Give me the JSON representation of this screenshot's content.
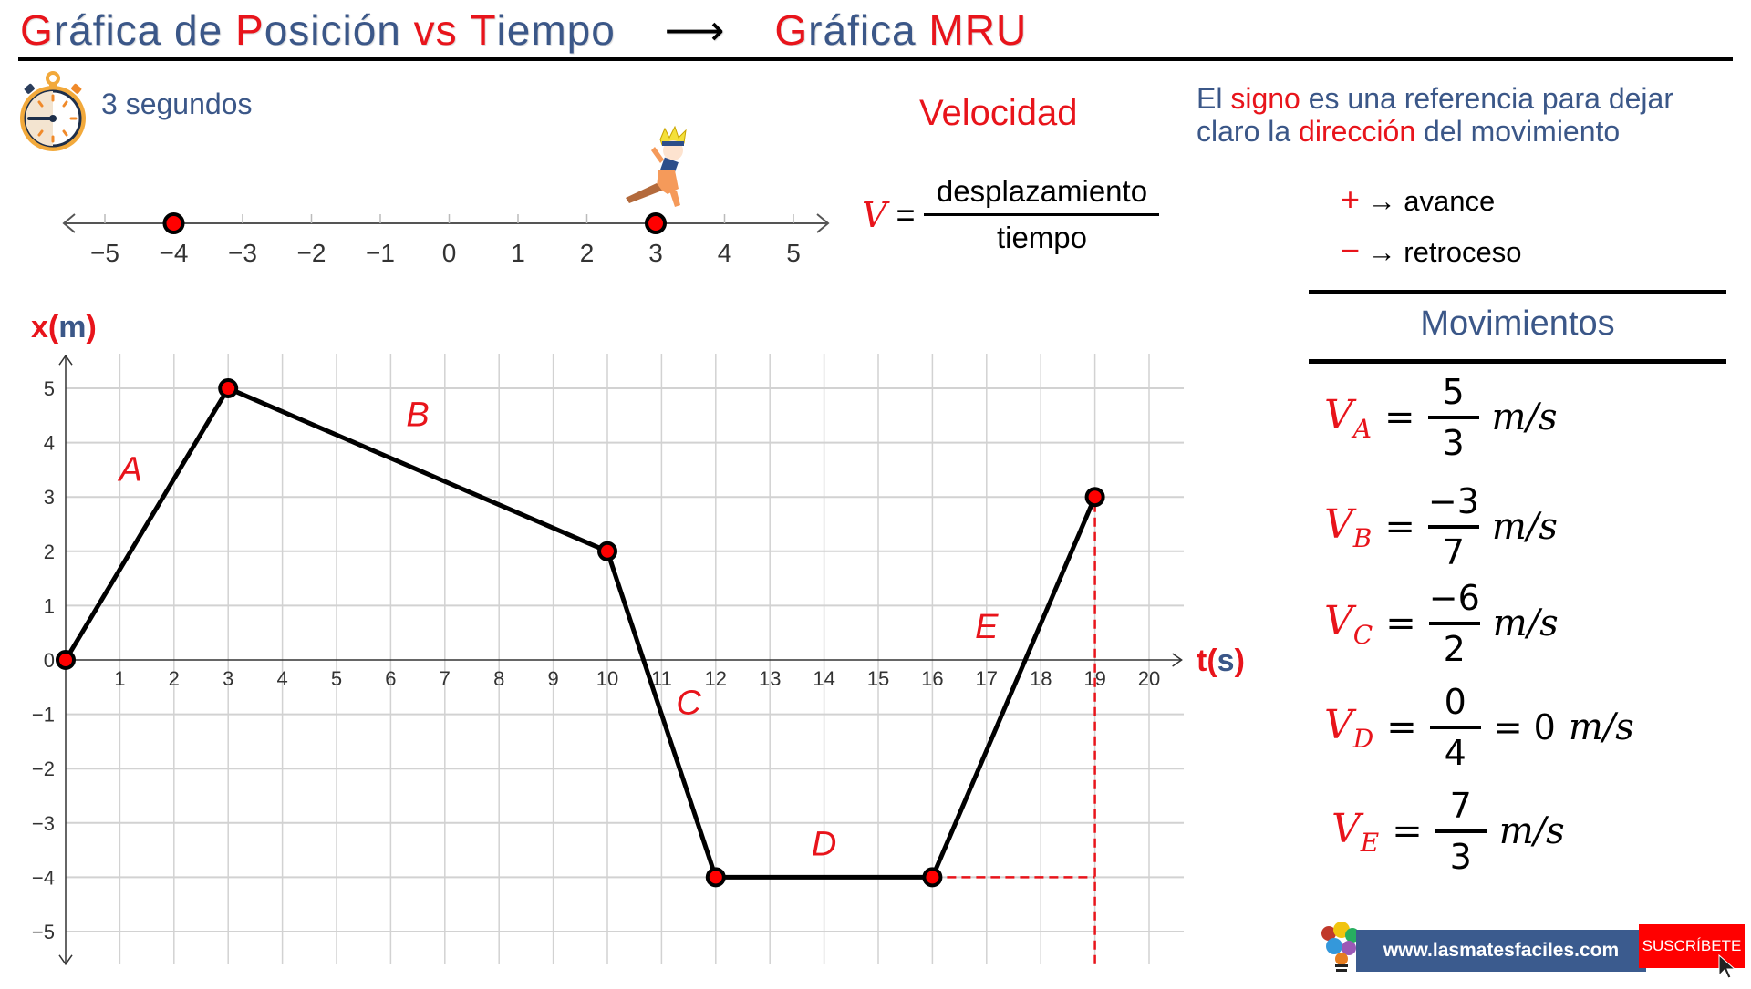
{
  "header": {
    "title_parts": [
      {
        "text": "G",
        "color": "#e8141b"
      },
      {
        "text": "ráfica de ",
        "color": "#3b5788"
      },
      {
        "text": "P",
        "color": "#e8141b"
      },
      {
        "text": "osición ",
        "color": "#3b5788"
      },
      {
        "text": "vs ",
        "color": "#e8141b"
      },
      {
        "text": "T",
        "color": "#e8141b"
      },
      {
        "text": "iempo",
        "color": "#3b5788"
      }
    ],
    "arrow": "⟶",
    "subtitle_parts": [
      {
        "text": "G",
        "color": "#e8141b"
      },
      {
        "text": "ráfica ",
        "color": "#3b5788"
      },
      {
        "text": "MRU",
        "color": "#e8141b"
      }
    ]
  },
  "timer": {
    "icon": "stopwatch-icon",
    "label": "3 segundos"
  },
  "number_line": {
    "ticks": [
      "−5",
      "−4",
      "−3",
      "−2",
      "−1",
      "0",
      "1",
      "2",
      "3",
      "4",
      "5"
    ],
    "points": [
      -4,
      3
    ],
    "character_position": 3
  },
  "velocity": {
    "heading": "Velocidad",
    "symbol": "V",
    "equals": "=",
    "numerator": "desplazamiento",
    "denominator": "tiempo"
  },
  "sign_note": {
    "line1_parts": [
      {
        "text": "El ",
        "color": "#3b5788"
      },
      {
        "text": "signo",
        "color": "#e8141b"
      },
      {
        "text": " es una referencia para dejar",
        "color": "#3b5788"
      }
    ],
    "line2_parts": [
      {
        "text": "claro la ",
        "color": "#3b5788"
      },
      {
        "text": "dirección",
        "color": "#e8141b"
      },
      {
        "text": " del movimiento",
        "color": "#3b5788"
      }
    ],
    "items": [
      {
        "sign": "+",
        "arrow": "→",
        "label": "avance"
      },
      {
        "sign": "−",
        "arrow": "→",
        "label": "retroceso"
      }
    ]
  },
  "movements": {
    "title": "Movimientos",
    "equations": [
      {
        "name": "V",
        "sub": "A",
        "num": "5",
        "den": "3",
        "result": "",
        "units": "m/s"
      },
      {
        "name": "V",
        "sub": "B",
        "num": "−3",
        "den": "7",
        "result": "",
        "units": "m/s"
      },
      {
        "name": "V",
        "sub": "C",
        "num": "−6",
        "den": "2",
        "result": "",
        "units": "m/s"
      },
      {
        "name": "V",
        "sub": "D",
        "num": "0",
        "den": "4",
        "result": "= 0",
        "units": "m/s"
      },
      {
        "name": "V",
        "sub": "E",
        "num": "7",
        "den": "3",
        "result": "",
        "units": "m/s"
      }
    ]
  },
  "banner": {
    "url": "www.lasmatesfaciles.com",
    "cta": "SUSCRÍBETE",
    "url_bg": "#3b5b8e",
    "cta_bg": "#ff0000"
  },
  "colors": {
    "accent_red": "#e8141b",
    "text_blue": "#3b5788",
    "grid": "#cccccc",
    "line": "#000000"
  },
  "chart_data": {
    "type": "line",
    "title": "Gráfica de Posición vs Tiempo",
    "xlabel": "t(s)",
    "ylabel": "x(m)",
    "xlim": [
      0,
      20
    ],
    "ylim": [
      -5,
      5
    ],
    "x_ticks": [
      "1",
      "2",
      "3",
      "4",
      "5",
      "6",
      "7",
      "8",
      "9",
      "10",
      "11",
      "12",
      "13",
      "14",
      "15",
      "16",
      "17",
      "18",
      "19",
      "20"
    ],
    "y_ticks": [
      "5",
      "4",
      "3",
      "2",
      "1",
      "0",
      "-1",
      "-2",
      "-3",
      "-4",
      "-5"
    ],
    "grid": true,
    "series": [
      {
        "name": "posición",
        "x": [
          0,
          3,
          10,
          12,
          16,
          19
        ],
        "y": [
          0,
          5,
          2,
          -4,
          -4,
          3
        ]
      }
    ],
    "segment_labels": [
      {
        "label": "A",
        "x": 1.2,
        "y": 3.3
      },
      {
        "label": "B",
        "x": 6.5,
        "y": 4.3
      },
      {
        "label": "C",
        "x": 11.5,
        "y": -1.0
      },
      {
        "label": "D",
        "x": 14.0,
        "y": -3.6
      },
      {
        "label": "E",
        "x": 17.0,
        "y": 0.4
      }
    ],
    "annotations": [
      {
        "type": "dashed",
        "from": [
          16,
          -4
        ],
        "to": [
          19,
          -4
        ],
        "color": "#e8141b"
      },
      {
        "type": "dashed",
        "from": [
          19,
          -5.6
        ],
        "to": [
          19,
          3
        ],
        "color": "#e8141b"
      }
    ]
  }
}
